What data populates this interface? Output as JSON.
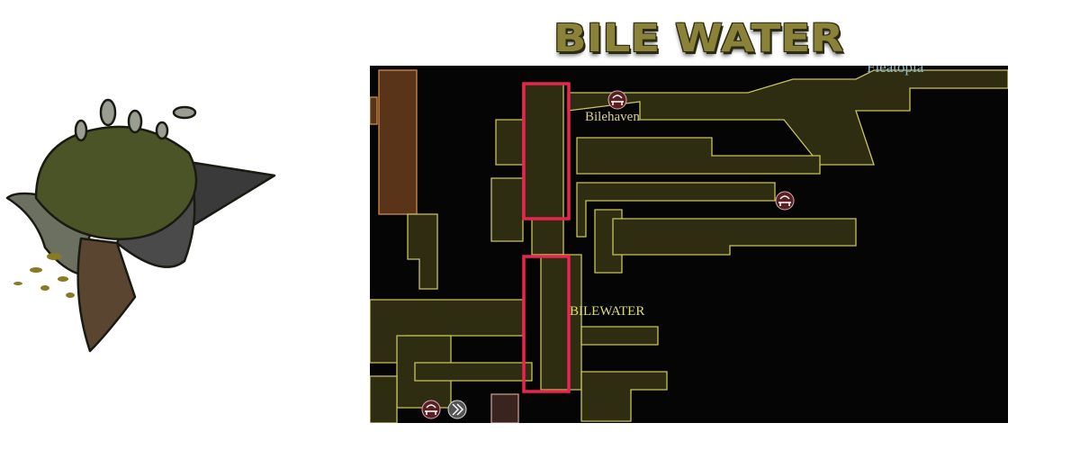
{
  "title": "BILE WATER",
  "map": {
    "labels": {
      "region": "BILEWATER",
      "town": "Bilehaven",
      "neighbor": "Fleatopia"
    },
    "icons": [
      "bench-icon",
      "bench-icon",
      "bench-icon",
      "fast-travel-icon"
    ],
    "highlight_color": "#e8244f",
    "room_fill": "#2e2d12",
    "room_stroke": "#c9c35e"
  }
}
